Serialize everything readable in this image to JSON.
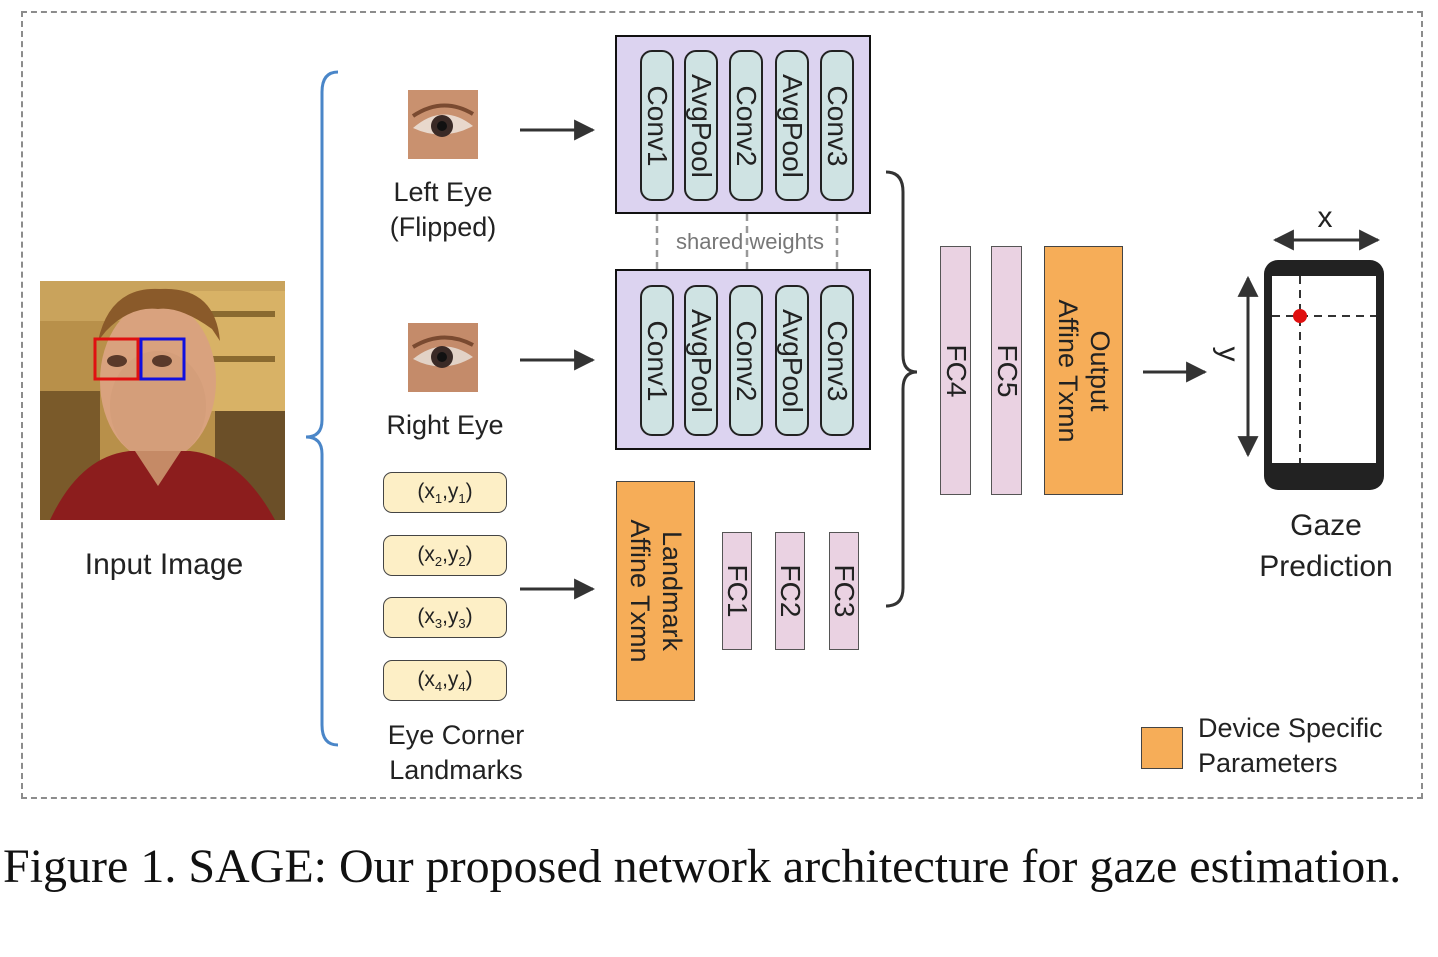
{
  "labels": {
    "input_image": "Input Image",
    "left_eye_line1": "Left Eye",
    "left_eye_line2": "(Flipped)",
    "right_eye": "Right Eye",
    "landmarks_line1": "Eye Corner",
    "landmarks_line2": "Landmarks",
    "shared_weights": "shared weights",
    "gaze_line1": "Gaze",
    "gaze_line2": "Prediction",
    "axis_x": "x",
    "axis_y": "y",
    "legend_line1": "Device Specific",
    "legend_line2": "Parameters"
  },
  "conv_layers": [
    "Conv1",
    "AvgPool",
    "Conv2",
    "AvgPool",
    "Conv3"
  ],
  "landmarks": [
    {
      "x": "x",
      "y": "y",
      "sub": "1"
    },
    {
      "x": "x",
      "y": "y",
      "sub": "2"
    },
    {
      "x": "x",
      "y": "y",
      "sub": "3"
    },
    {
      "x": "x",
      "y": "y",
      "sub": "4"
    }
  ],
  "landmark_block": {
    "line1": "Landmark",
    "line2": "Affine Txmn"
  },
  "landmark_fc": [
    "FC1",
    "FC2",
    "FC3"
  ],
  "merge_fc": [
    "FC4",
    "FC5"
  ],
  "output_block": {
    "line1": "Output",
    "line2": "Affine Txmn"
  },
  "caption": "Figure 1. SAGE: Our proposed network architecture for gaze estimation.",
  "colors": {
    "conv_stack_bg": "#dcd3f0",
    "conv_layer_bg": "#cfe3e3",
    "fc_bg": "#ead2e2",
    "device_specific": "#f6ad58",
    "landmark_box_bg": "#fdefc6",
    "brace": "#4a86c8",
    "left_eye_box": "#e01010",
    "right_eye_box": "#1010e0",
    "gaze_point": "#e01010"
  }
}
